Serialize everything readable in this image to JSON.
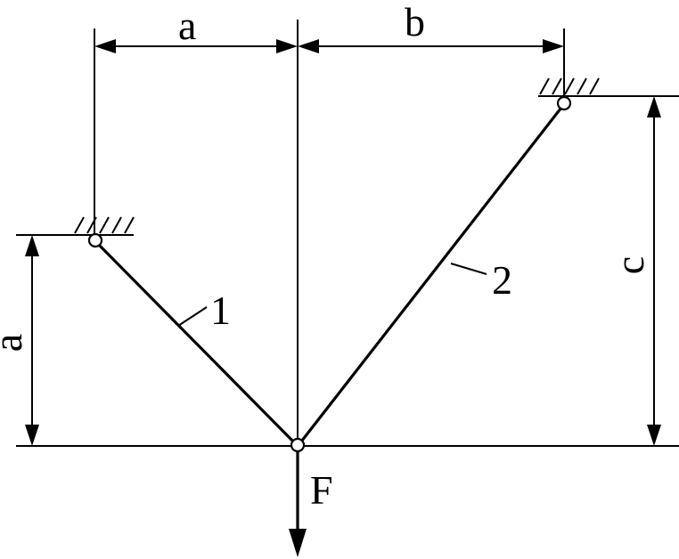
{
  "labels": {
    "dim_top_left": "a",
    "dim_top_right": "b",
    "dim_left_vertical": "a",
    "dim_right_vertical": "c",
    "rod_1": "1",
    "rod_2": "2",
    "force": "F"
  },
  "colors": {
    "ink": "#000000",
    "background": "#ffffff"
  }
}
